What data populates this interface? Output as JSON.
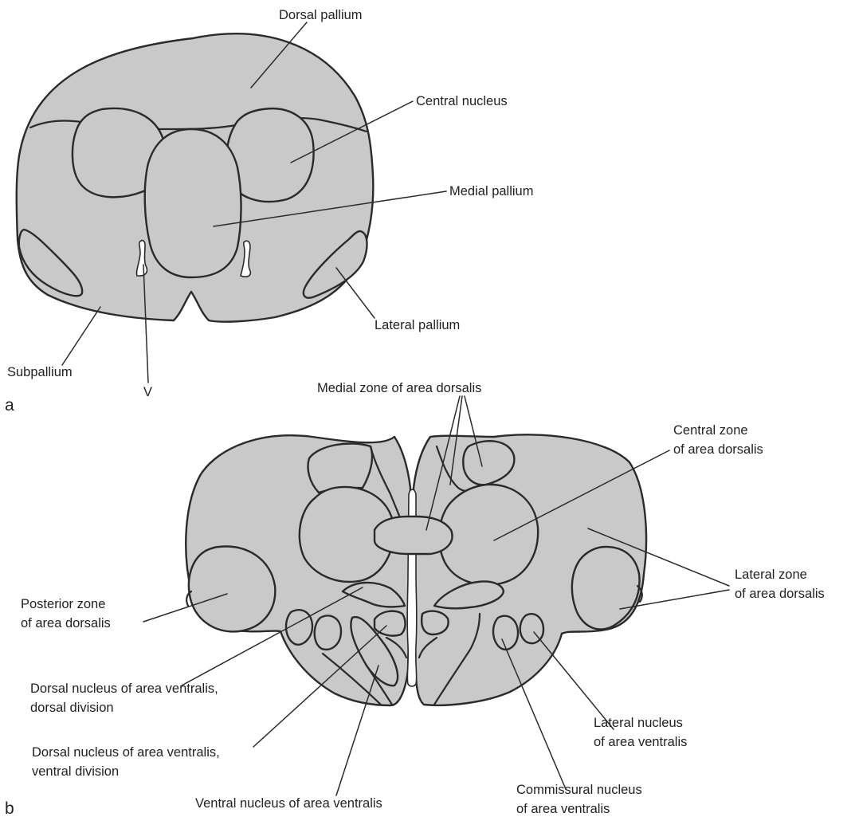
{
  "panel_a": {
    "letter": "a",
    "labels": {
      "dorsal_pallium": "Dorsal pallium",
      "central_nucleus": "Central nucleus",
      "medial_pallium": "Medial pallium",
      "lateral_pallium": "Lateral pallium",
      "subpallium": "Subpallium",
      "ventricle": "V"
    }
  },
  "panel_b": {
    "letter": "b",
    "labels": {
      "medial_zone": "Medial zone of area dorsalis",
      "central_zone_1": "Central zone",
      "central_zone_2": "of area dorsalis",
      "lateral_zone_1": "Lateral zone",
      "lateral_zone_2": "of area dorsalis",
      "posterior_zone_1": "Posterior zone",
      "posterior_zone_2": "of area dorsalis",
      "dorsal_nucleus_dd_1": "Dorsal nucleus of area ventralis,",
      "dorsal_nucleus_dd_2": "dorsal division",
      "dorsal_nucleus_vd_1": "Dorsal nucleus of area ventralis,",
      "dorsal_nucleus_vd_2": "ventral division",
      "ventral_nucleus": "Ventral nucleus of area ventralis",
      "commissural_nucleus_1": "Commissural nucleus",
      "commissural_nucleus_2": "of area ventralis",
      "lateral_nucleus_1": "Lateral nucleus",
      "lateral_nucleus_2": "of area ventralis"
    }
  },
  "colors": {
    "tissue_fill": "#c9c9c9",
    "outline": "#2a2a2a",
    "background": "#ffffff"
  }
}
